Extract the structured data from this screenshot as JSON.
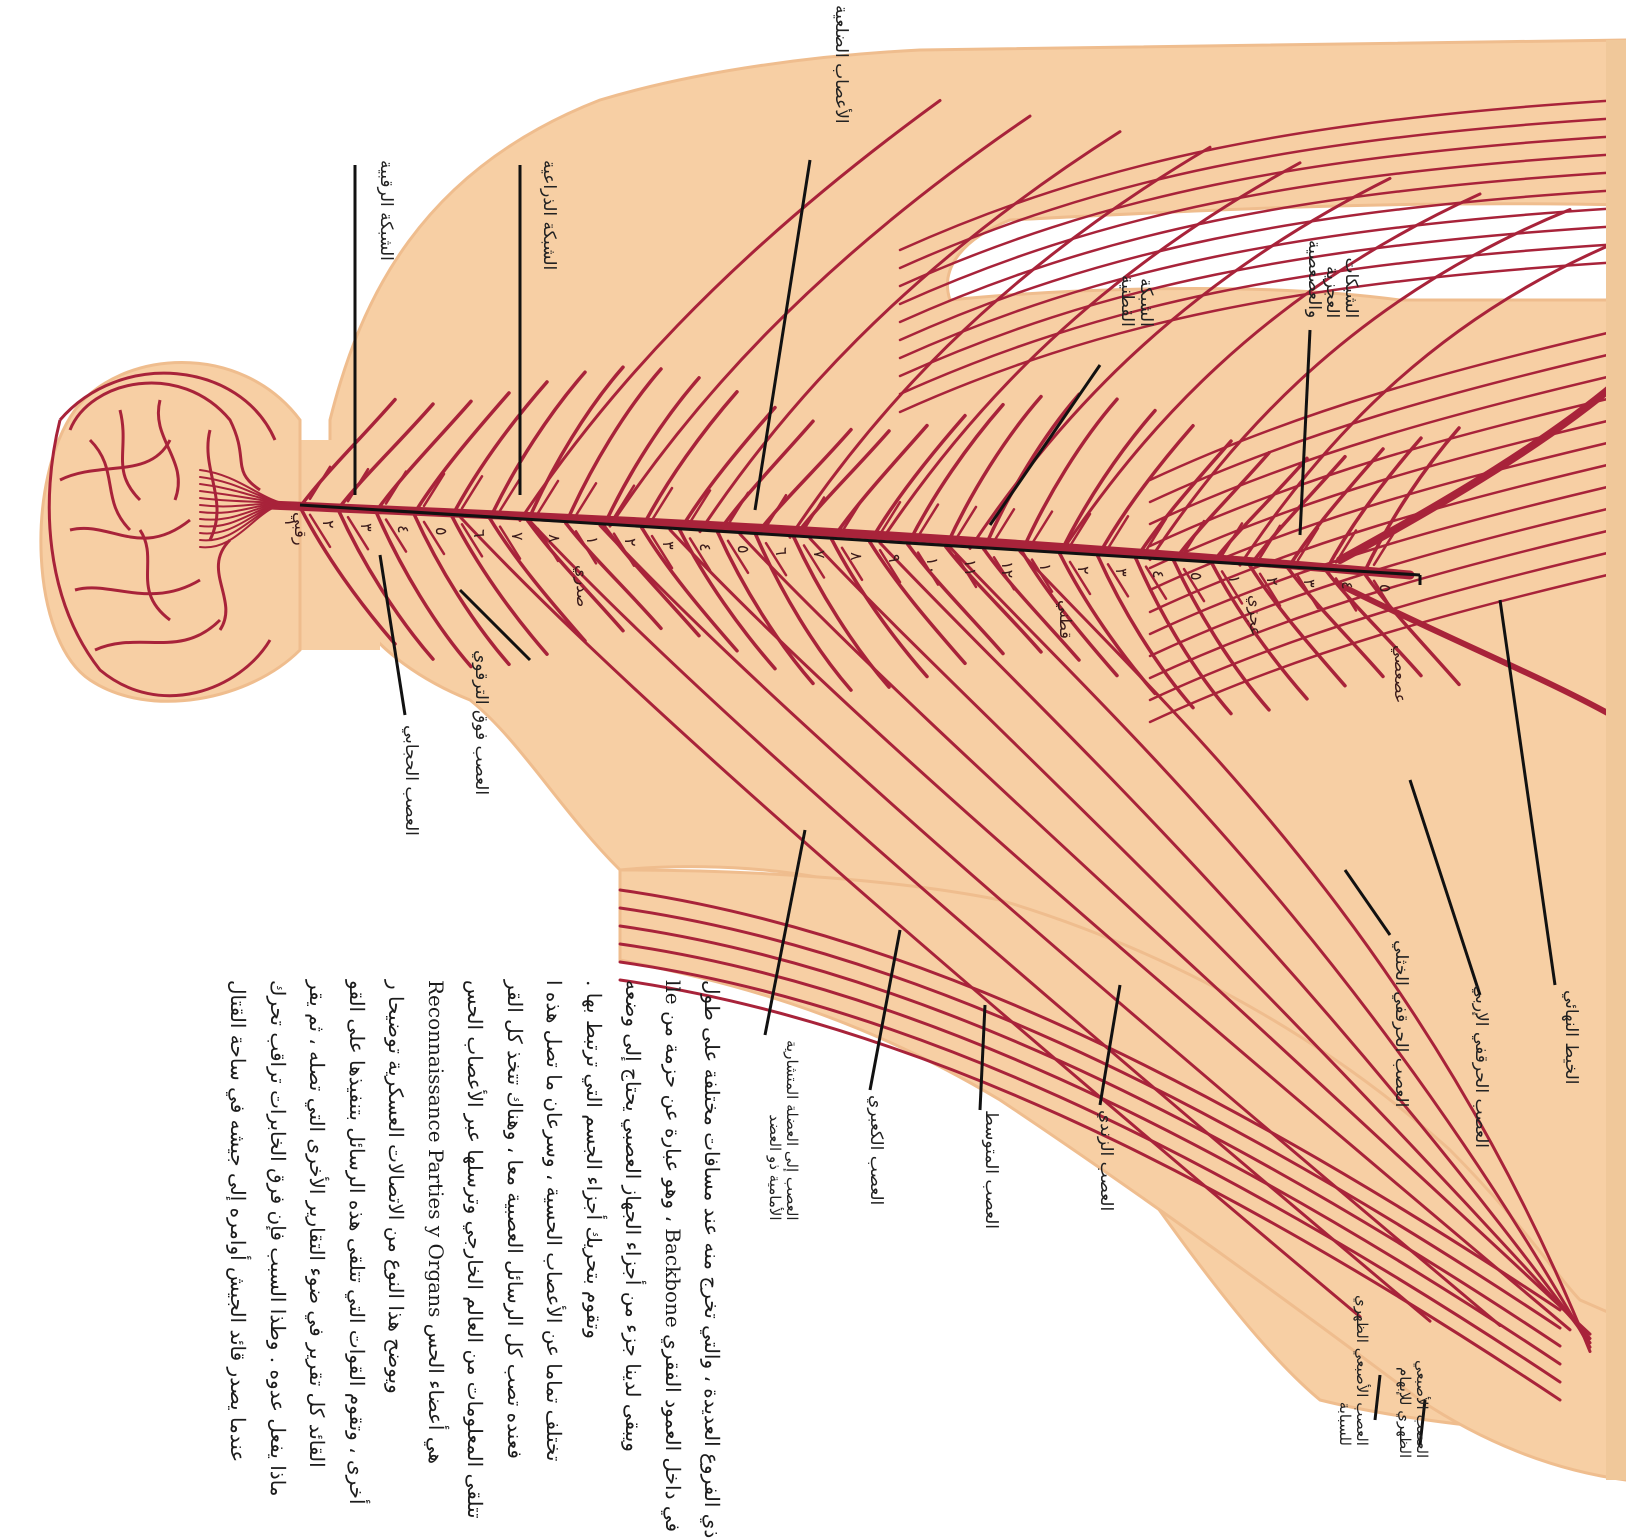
{
  "colors": {
    "page": "#ffffff",
    "skin": "#f7cfa4",
    "skin_edge": "#efbd8e",
    "nerve": "#a8233a",
    "leader": "#111111",
    "text": "#1c1c1c"
  },
  "body_text": {
    "lines": [
      "عندما يصدر قائد الجيش أوامره إلى جيشه في ساحة القتال",
      "ماذا يفعل عدوه . وطذا السبب فإن فرق الخابرات تراقب تحرك",
      "القائد كل تقرير في ضوء التقارير الأخرى التي تصله ، ثم يقر",
      "أخرى ، وتقوم القوات التي تتلقى هذه الرسائل بتنفيذها على القو",
      "ويوضح هذا النوع من الاتصالات العسكرية توضيحا ر",
      "هي أعضاء الحس Reconnaissance Parties y Organs",
      "تتلقى المعلومات من العالم الخارجي وترسلها عبر الأعصاب الحس",
      "فعنده تصب كل الرسائل العصبية معا ، وهناك تتخذ كل القر",
      "تختلف تماما عن الأعصاب الحسية ، وسرعان ما تصل هذه ا",
      "وتقوم بتحريك أجزاء الجسم التي ترتبط بها .",
      "ويبقى لدينا جزء من أجزاء الجهاز العصبي يحتاج إلى وضعه",
      "في داخل العمود الفقري Backbone ، وهو عبارة عن حزمة من lle",
      "ذي الفروع العديدة ، والتي تخرج منه عند مسافات مختلفة على طول"
    ]
  },
  "labels": {
    "cervical_plexus": "الشبكة الرقبية",
    "brachial_plexus": "الشبكة الذراعية",
    "intercostal_nerves": "الأعصاب الضلعية",
    "lumbar_plexus": [
      "الشبكة",
      "القطنية"
    ],
    "sacral_coccygeal_plexus": [
      "الشبكات",
      "العجزية",
      "والعصعصية"
    ],
    "phrenic_nerve": "العصب الحجابي",
    "suprascapular_nerve": "العصب فوق الترقوي",
    "anterior_cutaneous": [
      "العصب إلى العضلة المتشارية",
      "الأمامية ذو العضد"
    ],
    "radial_nerve": "العصب الكعبري",
    "median_nerve": "العصب المتوسط",
    "ulnar_nerve": "العصب الزندي",
    "digital_nerve": [
      "العصب الأصبعي الظهري",
      "للسبابة"
    ],
    "dorsal_digital_nerve": [
      "العصب الأصبعي",
      "الظهري للإبهام"
    ],
    "lateral_femoral_nerve": "العصب الحرقفي الإربي",
    "genitofemoral_nerve": "العصب الحرقفي الخثلي",
    "spinal_cord_end": "الخيط النهائي"
  },
  "spine_tags": {
    "cervical": "رقبي",
    "thoracic": "صدري",
    "lumbar": "قطني",
    "sacral": "عجزي",
    "coccygeal": "عصعصي"
  },
  "vertebra_numbers": [
    "١",
    "٢",
    "٣",
    "٤",
    "٥",
    "٦",
    "٧",
    "٨",
    "١",
    "٢",
    "٣",
    "٤",
    "٥",
    "٦",
    "٧",
    "٨",
    "٩",
    "١٠",
    "١١",
    "١٢",
    "١",
    "٢",
    "٣",
    "٤",
    "٥",
    "١",
    "٢",
    "٣",
    "٤",
    "٥"
  ]
}
